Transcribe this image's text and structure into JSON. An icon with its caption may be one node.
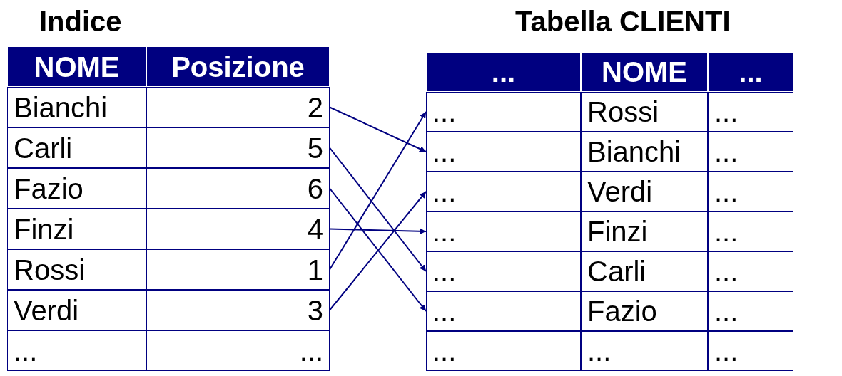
{
  "diagram": {
    "nodes": [
      {
        "text": [
          "Indice"
        ]
      },
      {
        "text": [
          "NOME"
        ],
        "in": 0
      },
      {
        "text": [
          "Posizione"
        ],
        "in": 0
      },
      {
        "text": [
          "Bianchi"
        ],
        "in": 0
      },
      {
        "text": [
          "2"
        ],
        "in": 0
      },
      {
        "text": [
          "Carli"
        ],
        "in": 0
      },
      {
        "text": [
          "5"
        ],
        "in": 0
      },
      {
        "text": [
          "Fazio"
        ],
        "in": 0
      },
      {
        "text": [
          "6"
        ],
        "in": 0
      },
      {
        "text": [
          "Finzi"
        ],
        "in": 0
      },
      {
        "text": [
          "4"
        ],
        "in": 0
      },
      {
        "text": [
          "Rossi"
        ],
        "in": 0
      },
      {
        "text": [
          "1"
        ],
        "in": 0
      },
      {
        "text": [
          "Verdi"
        ],
        "in": 0
      },
      {
        "text": [
          "3"
        ],
        "in": 0
      },
      {
        "text": [
          "..."
        ],
        "in": 0
      },
      {
        "text": [
          "..."
        ],
        "in": 0
      },
      {
        "text": [
          "Tabella CLIENTI"
        ]
      },
      {
        "text": [
          "..."
        ],
        "in": 17
      },
      {
        "text": [
          "NOME"
        ],
        "in": 17
      },
      {
        "text": [
          "..."
        ],
        "in": 17
      },
      {
        "text": [
          "..."
        ],
        "in": 17
      },
      {
        "text": [
          "Rossi"
        ],
        "in": 17
      },
      {
        "text": [
          "..."
        ],
        "in": 17
      },
      {
        "text": [
          "..."
        ],
        "in": 17
      },
      {
        "text": [
          "Bianchi"
        ],
        "in": 17
      },
      {
        "text": [
          "..."
        ],
        "in": 17
      },
      {
        "text": [
          "..."
        ],
        "in": 17
      },
      {
        "text": [
          "Verdi"
        ],
        "in": 17
      },
      {
        "text": [
          "..."
        ],
        "in": 17
      },
      {
        "text": [
          "..."
        ],
        "in": 17
      },
      {
        "text": [
          "Finzi"
        ],
        "in": 17
      },
      {
        "text": [
          "..."
        ],
        "in": 17
      },
      {
        "text": [
          "..."
        ],
        "in": 17
      },
      {
        "text": [
          "Carli"
        ],
        "in": 17
      },
      {
        "text": [
          "..."
        ],
        "in": 17
      },
      {
        "text": [
          "..."
        ],
        "in": 17
      },
      {
        "text": [
          "Fazio"
        ],
        "in": 17
      },
      {
        "text": [
          "..."
        ],
        "in": 17
      },
      {
        "text": [
          "..."
        ],
        "in": 17
      },
      {
        "text": [
          "..."
        ],
        "in": 17
      },
      {
        "text": [
          "..."
        ],
        "in": 17
      }
    ],
    "edges": [
      {
        "from": 4,
        "to": 24,
        "arrow": "to"
      },
      {
        "from": 6,
        "to": 33,
        "arrow": "to"
      },
      {
        "from": 8,
        "to": 36,
        "arrow": "to"
      },
      {
        "from": 10,
        "to": 30,
        "arrow": "to"
      },
      {
        "from": 12,
        "to": 21,
        "arrow": "to"
      },
      {
        "from": 14,
        "to": 27,
        "arrow": "to"
      }
    ]
  }
}
